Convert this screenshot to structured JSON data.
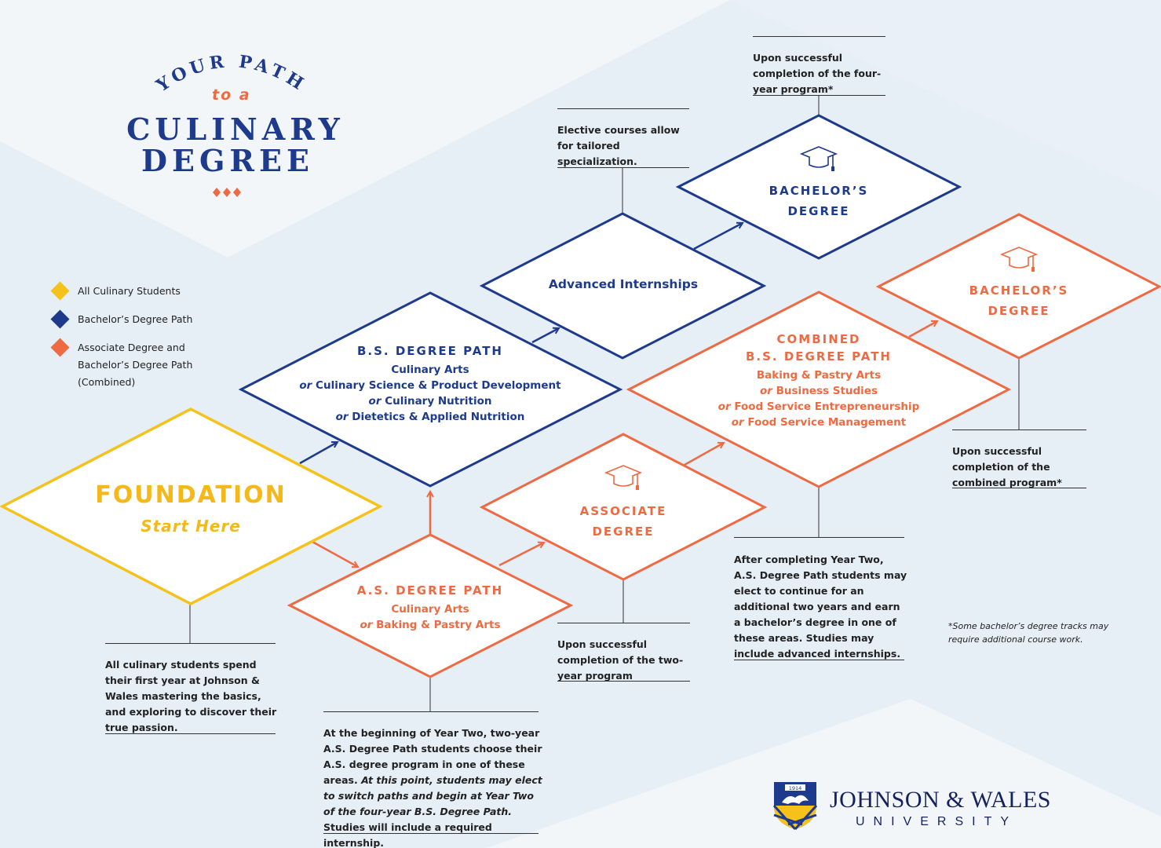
{
  "title": {
    "arc_text": "YOUR PATH",
    "to_a": "to a",
    "line1": "CULINARY",
    "line2": "DEGREE"
  },
  "legend": [
    {
      "label": "All Culinary Students",
      "color": "#f5c21b"
    },
    {
      "label": "Bachelor’s Degree Path",
      "color": "#1d3a8c"
    },
    {
      "label": "Associate Degree and Bachelor’s Degree Path (Combined)",
      "color": "#ee6a43"
    }
  ],
  "colors": {
    "blue": "#1d3a8c",
    "orange": "#ee6a43",
    "yellow": "#f5c21b",
    "background": "#e6eef6"
  },
  "nodes": {
    "foundation": {
      "title": "FOUNDATION",
      "subtitle": "Start Here"
    },
    "bs_path": {
      "title": "B.S. DEGREE PATH",
      "lines": [
        {
          "prefix": "",
          "text": "Culinary Arts"
        },
        {
          "prefix": "or",
          "text": "Culinary Science & Product Development"
        },
        {
          "prefix": "or",
          "text": "Culinary Nutrition"
        },
        {
          "prefix": "or",
          "text": "Dietetics & Applied Nutrition"
        }
      ]
    },
    "as_path": {
      "title": "A.S. DEGREE PATH",
      "lines": [
        {
          "prefix": "",
          "text": "Culinary Arts"
        },
        {
          "prefix": "or",
          "text": "Baking & Pastry Arts"
        }
      ]
    },
    "advanced_internships": {
      "title": "Advanced Internships"
    },
    "bachelors_blue": {
      "line1": "BACHELOR’S",
      "line2": "DEGREE",
      "icon": "graduation-cap-icon"
    },
    "associate": {
      "line1": "ASSOCIATE",
      "line2": "DEGREE",
      "icon": "graduation-cap-icon"
    },
    "combined": {
      "title1": "COMBINED",
      "title2": "B.S. DEGREE PATH",
      "lines": [
        {
          "prefix": "",
          "text": "Baking & Pastry Arts"
        },
        {
          "prefix": "or",
          "text": "Business Studies"
        },
        {
          "prefix": "or",
          "text": "Food Service Entrepreneurship"
        },
        {
          "prefix": "or",
          "text": "Food Service Management"
        }
      ]
    },
    "bachelors_orange": {
      "line1": "BACHELOR’S",
      "line2": "DEGREE",
      "icon": "graduation-cap-icon"
    }
  },
  "notes": {
    "four_year": "Upon successful completion of the four-year program*",
    "elective": "Elective courses allow for tailored specialization.",
    "combined_program": "Upon successful completion of the combined program*",
    "foundation": "All culinary students spend their first year at Johnson & Wales mastering the basics, and exploring to discover their true passion.",
    "year_two_plain": "At the beginning of Year Two, two-year A.S. Degree Path students choose their A.S. degree program in one of these areas.",
    "year_two_italic": "At this point, students may elect to switch paths and begin at Year Two of the four-year B.S. Degree Path.",
    "year_two_end": "Studies will include a required internship.",
    "two_year": "Upon successful completion of the two-year program",
    "after_year_two": "After completing Year Two, A.S. Degree Path students may elect to continue for an additional two years and earn a bachelor’s degree in one of these areas. Studies may include advanced internships.",
    "footnote": "*Some bachelor’s degree tracks may require additional course work."
  },
  "logo": {
    "name": "JOHNSON & WALES",
    "sub": "UNIVERSITY",
    "seal_text": "1914"
  }
}
